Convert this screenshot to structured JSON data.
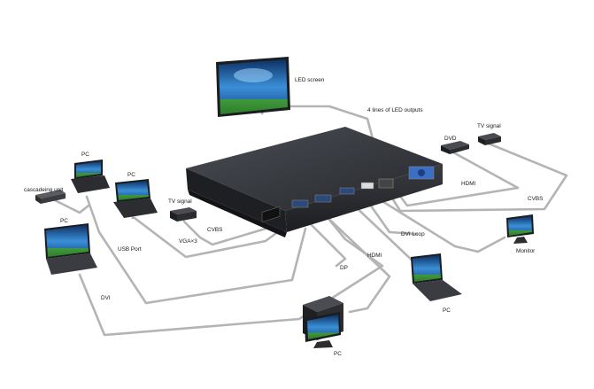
{
  "labels": {
    "led_screen": "LED screen",
    "led_outputs": "4 lines of LED outputs",
    "dvd": "DVD",
    "tv_signal_top": "TV signal",
    "hdmi_right": "HDMI",
    "cvbs_right": "CVBS",
    "pc_top_left": "PC",
    "pc_top_mid": "PC",
    "cascade_unit": "cascadeing unit",
    "tv_signal_left": "TV signal",
    "cvbs_left": "CVBS",
    "vga": "VGA×3",
    "pc_left": "PC",
    "usb_port": "USB Port",
    "dvi_left": "DVI",
    "dvi_loop": "DVI Loop",
    "hdmi_mid": "HDMI",
    "dp": "DP",
    "monitor": "Monitor",
    "pc_right": "PC",
    "pc_bottom": "PC"
  },
  "colors": {
    "cable": "#b4b4b4",
    "device_body": "#2b2d31",
    "screen_blue": "#2a6fb8",
    "pitch_green": "#3f9a3a"
  },
  "icons": [
    "led-screen-icon",
    "processor-icon",
    "laptop-icon",
    "desktop-pc-icon",
    "monitor-icon",
    "dvd-player-icon",
    "tv-box-icon",
    "cascade-unit-icon"
  ]
}
